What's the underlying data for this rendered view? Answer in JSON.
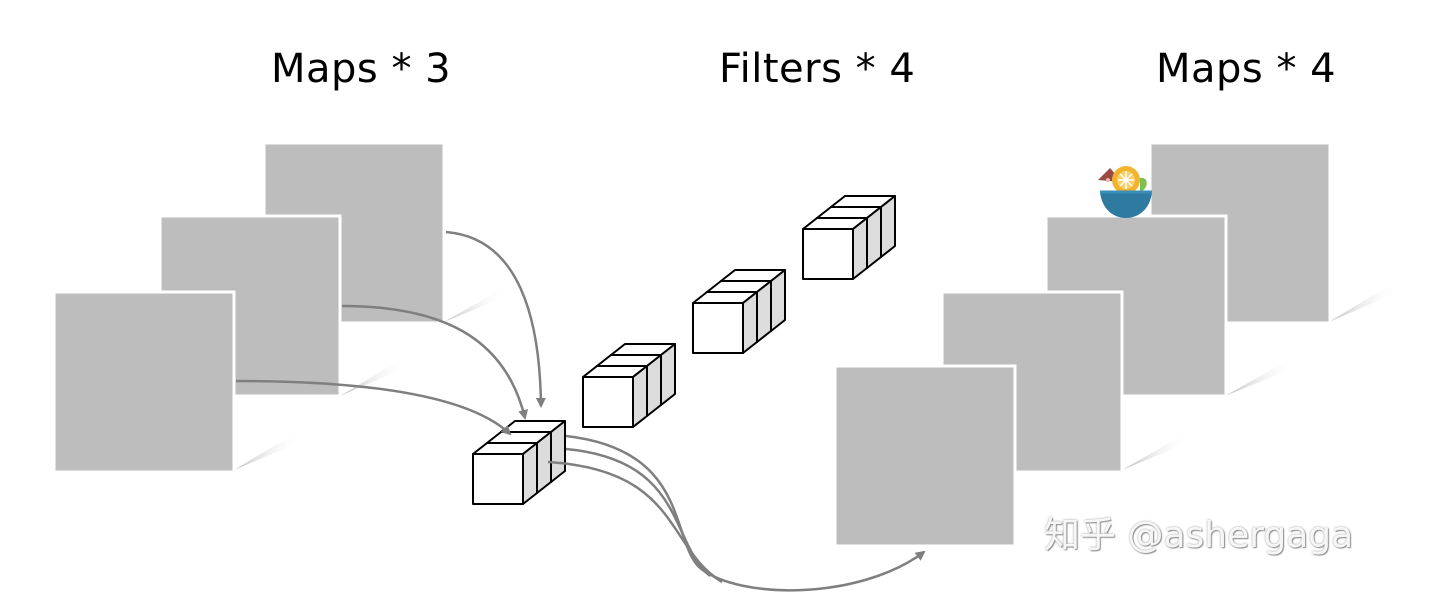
{
  "headings": {
    "input_maps": "Maps * 3",
    "filters": "Filters * 4",
    "output_maps": "Maps * 4"
  },
  "watermark": "知乎 @ashergaga",
  "colors": {
    "map_fill": "#bdbdbd",
    "map_border": "#ffffff",
    "arrow": "#7f7f7f",
    "cube_fill": "#ffffff",
    "cube_side": "#dcdcdc",
    "cube_stroke": "#000000"
  },
  "icons": {
    "badge": "fruit-bowl-icon"
  }
}
